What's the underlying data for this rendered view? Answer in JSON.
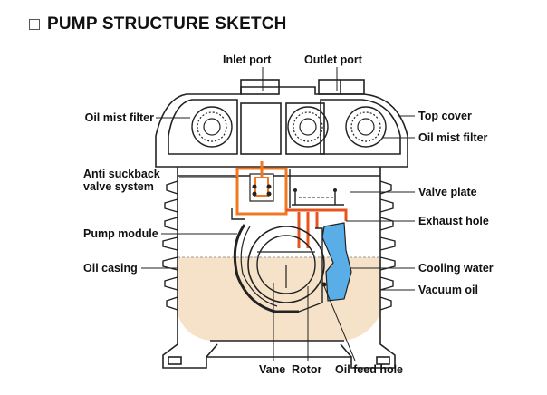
{
  "title": "PUMP STRUCTURE SKETCH",
  "labels": {
    "inlet_port": "Inlet port",
    "outlet_port": "Outlet port",
    "oil_mist_filter_left": "Oil mist filter",
    "top_cover": "Top cover",
    "oil_mist_filter_right": "Oil mist filter",
    "anti_suckback_line1": "Anti suckback",
    "anti_suckback_line2": "valve system",
    "valve_plate": "Valve plate",
    "exhaust_hole": "Exhaust hole",
    "pump_module": "Pump module",
    "oil_casing": "Oil casing",
    "cooling_water": "Cooling water",
    "vacuum_oil": "Vacuum oil",
    "vane": "Vane",
    "rotor": "Rotor",
    "oil_feed_hole": "Oil feed hole"
  },
  "colors": {
    "outline": "#222222",
    "oil": "#f6e2c8",
    "valve": "#f07820",
    "exhaust": "#e8541e",
    "cooling_water": "#5aaee8"
  }
}
